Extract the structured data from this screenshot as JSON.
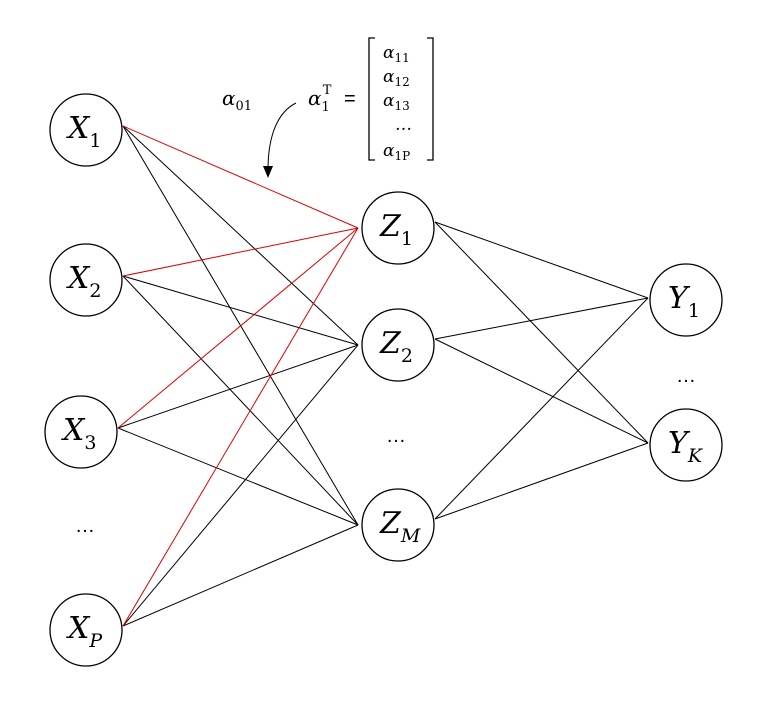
{
  "colors": {
    "highlight": "#e00000",
    "line": "#000000"
  },
  "input_nodes": [
    {
      "var": "X",
      "sub": "1",
      "sub_italic": false
    },
    {
      "var": "X",
      "sub": "2",
      "sub_italic": false
    },
    {
      "var": "X",
      "sub": "3",
      "sub_italic": false
    },
    {
      "var": "X",
      "sub": "P",
      "sub_italic": true
    }
  ],
  "hidden_nodes": [
    {
      "var": "Z",
      "sub": "1",
      "sub_italic": false
    },
    {
      "var": "Z",
      "sub": "2",
      "sub_italic": false
    },
    {
      "var": "Z",
      "sub": "M",
      "sub_italic": true
    }
  ],
  "output_nodes": [
    {
      "var": "Y",
      "sub": "1",
      "sub_italic": false
    },
    {
      "var": "Y",
      "sub": "K",
      "sub_italic": true
    }
  ],
  "ellipsis": "…",
  "bias_label": {
    "symbol": "α",
    "sub": "01"
  },
  "weight_vector": {
    "lhs_symbol": "α",
    "lhs_sub": "1",
    "lhs_sup": "T",
    "equals": "=",
    "entries": [
      {
        "symbol": "α",
        "sub": "11"
      },
      {
        "symbol": "α",
        "sub": "12"
      },
      {
        "symbol": "α",
        "sub": "13"
      },
      {
        "symbol": "…",
        "sub": ""
      },
      {
        "symbol": "α",
        "sub": "1P"
      }
    ]
  }
}
